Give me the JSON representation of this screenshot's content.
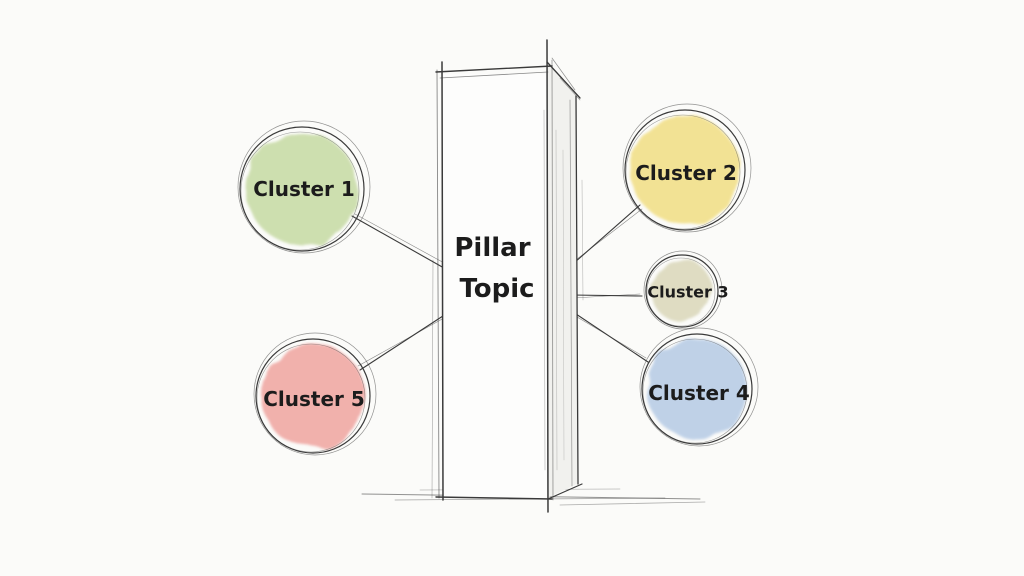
{
  "pillar": {
    "label_line1": "Pillar",
    "label_line2": "Topic"
  },
  "clusters": [
    {
      "id": "cluster-1",
      "label": "Cluster 1",
      "color": "#c9dca8"
    },
    {
      "id": "cluster-2",
      "label": "Cluster 2",
      "color": "#f2e08a"
    },
    {
      "id": "cluster-3",
      "label": "Cluster 3",
      "color": "#dcd9bd"
    },
    {
      "id": "cluster-4",
      "label": "Cluster 4",
      "color": "#b9cde6"
    },
    {
      "id": "cluster-5",
      "label": "Cluster 5",
      "color": "#f0a9a4"
    }
  ]
}
